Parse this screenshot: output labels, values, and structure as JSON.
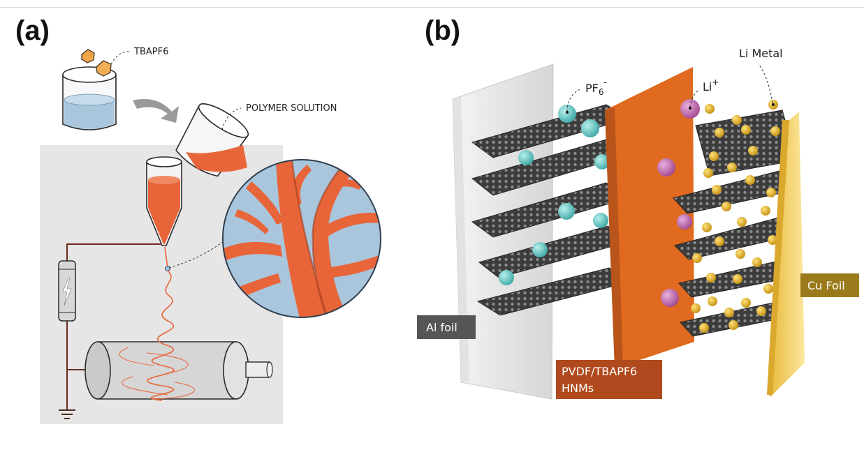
{
  "panels": {
    "a": {
      "label": "(a)",
      "callouts": {
        "salt": "TBAPF6",
        "solution": "POLYMER SOLUTION"
      }
    },
    "b": {
      "label": "(b)",
      "callouts": {
        "anion_base": "PF",
        "anion_sub": "6",
        "anion_sup": "-",
        "cation_base": "Li",
        "cation_sup": "+",
        "metal": "Li Metal"
      },
      "tags": {
        "al_foil": "Al foil",
        "separator_line1": "PVDF/TBAPF6",
        "separator_line2": "HNMs",
        "cu_foil": "Cu Foil"
      }
    }
  },
  "colors": {
    "polymer_orange": "#e8653a",
    "separator_orange": "#e06a1f",
    "solution_blue": "#a9c6dc",
    "panel_bg": "#e6e6e6",
    "wire": "#6b2a1e",
    "anion_cyan": "#5cc4c0",
    "cation_magenta": "#c060a8",
    "li_gold": "#e0b020",
    "cu_foil": "#f0cc50",
    "graphene": "#3a3a3a"
  }
}
